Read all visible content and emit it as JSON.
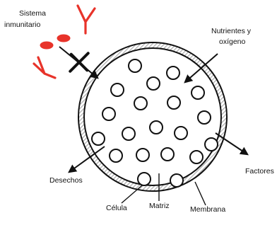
{
  "labels": {
    "immune_system_line1": "Sistema",
    "immune_system_line2": "inmunitario",
    "nutrients_line1": "Nutrientes y",
    "nutrients_line2": "oxígeno",
    "factors": "Factores",
    "waste": "Desechos",
    "cell": "Célula",
    "matrix": "Matriz",
    "membrane": "Membrana"
  },
  "colors": {
    "antibody": "#e8332a",
    "cell_red": "#e8332a",
    "stroke": "#111111",
    "membrane_hatch": "#8a8a8a"
  },
  "icons": {
    "antibody": "y-shaped-antibody-icon",
    "blocked": "x-cross-icon",
    "red_cell": "ellipse-cell-icon"
  }
}
